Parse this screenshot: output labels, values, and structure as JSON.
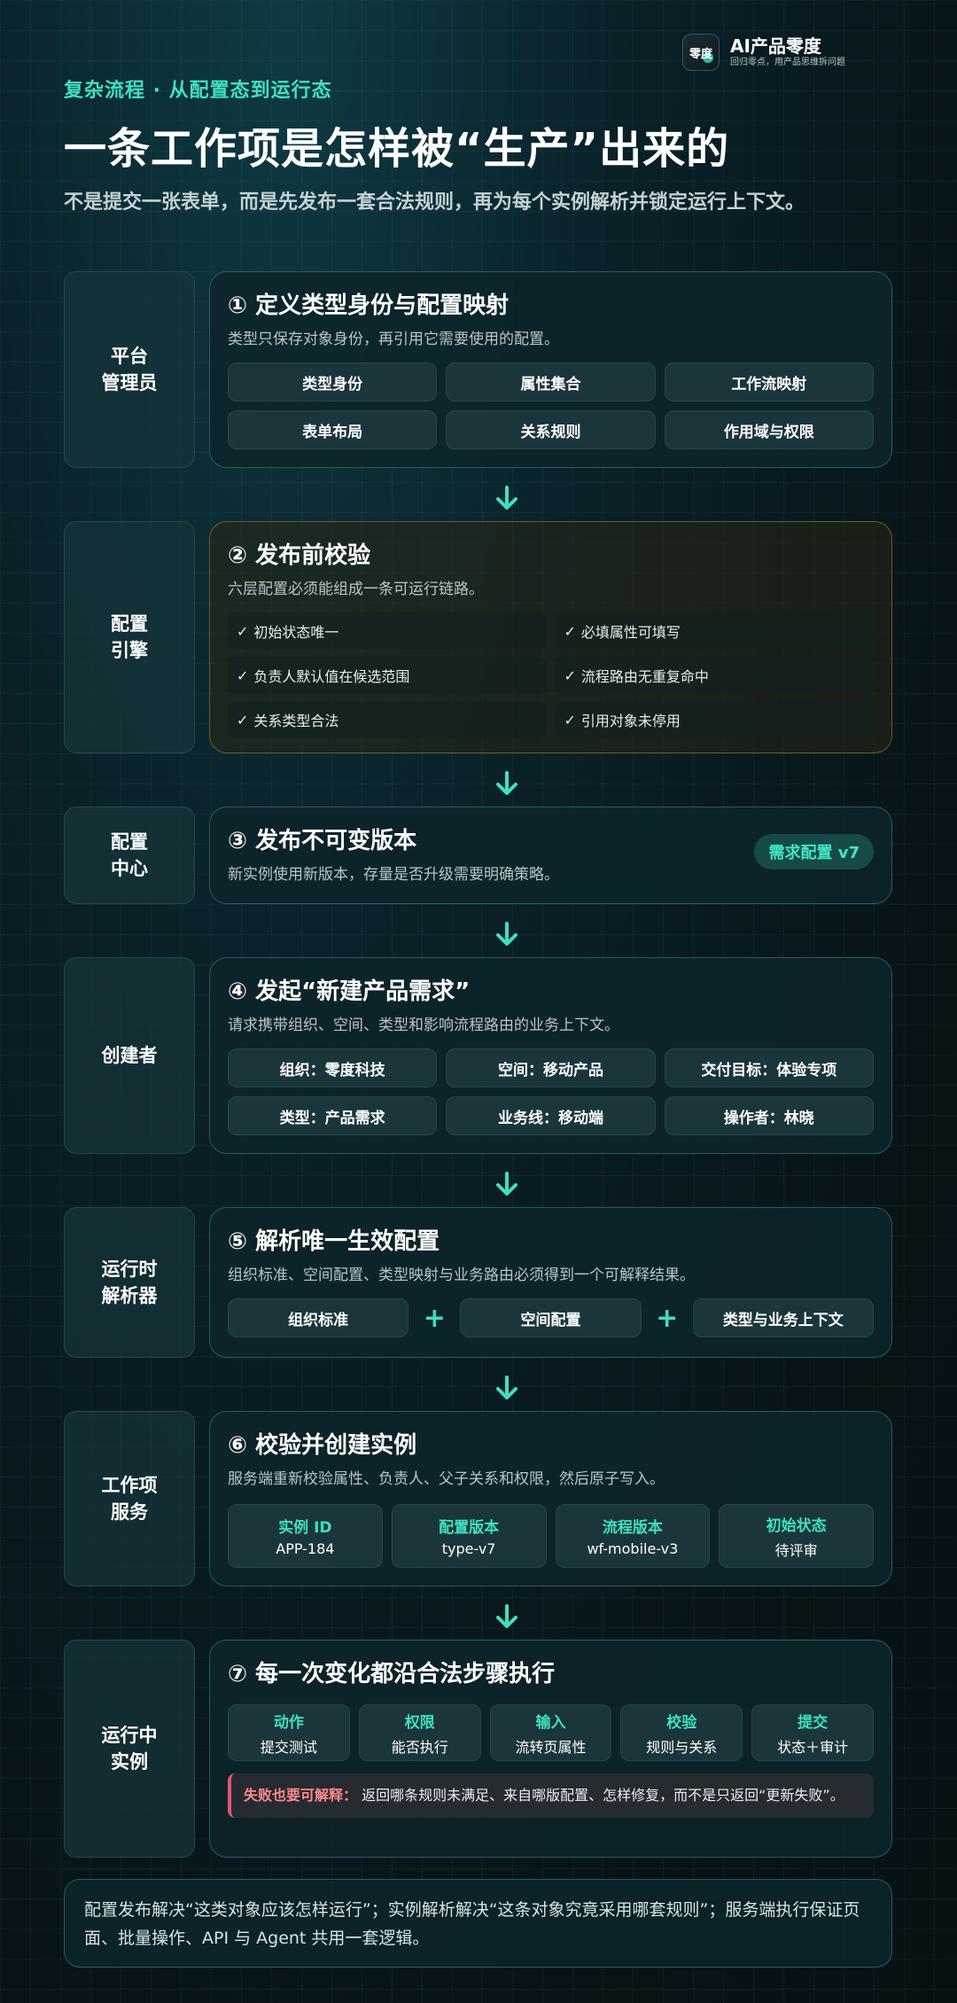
{
  "brand": {
    "logo_text": "零度",
    "name": "AI产品零度",
    "tagline": "回归零点，用产品思维拆问题"
  },
  "header": {
    "kicker": "复杂流程 · 从配置态到运行态",
    "title": "一条工作项是怎样被“生产”出来的",
    "subtitle": "不是提交一张表单，而是先发布一套合法规则，再为每个实例解析并锁定运行上下文。"
  },
  "colors": {
    "accent": "#3fe0c1",
    "warn_border": "#6b5a22",
    "error": "#e0566b"
  },
  "steps": {
    "s1": {
      "role": "平台\n管理员",
      "title": "① 定义类型身份与配置映射",
      "desc": "类型只保存对象身份，再引用它需要使用的配置。",
      "chips": [
        "类型身份",
        "属性集合",
        "工作流映射",
        "表单布局",
        "关系规则",
        "作用域与权限"
      ]
    },
    "s2": {
      "role": "配置\n引擎",
      "title": "② 发布前校验",
      "desc": "六层配置必须能组成一条可运行链路。",
      "checks": [
        "初始状态唯一",
        "必填属性可填写",
        "负责人默认值在候选范围",
        "流程路由无重复命中",
        "关系类型合法",
        "引用对象未停用"
      ]
    },
    "s3": {
      "role": "配置\n中心",
      "title": "③ 发布不可变版本",
      "desc": "新实例使用新版本，存量是否升级需要明确策略。",
      "badge": "需求配置 v7"
    },
    "s4": {
      "role": "创建者",
      "title": "④ 发起“新建产品需求”",
      "desc": "请求携带组织、空间、类型和影响流程路由的业务上下文。",
      "chips": [
        "组织：零度科技",
        "空间：移动产品",
        "交付目标：体验专项",
        "类型：产品需求",
        "业务线：移动端",
        "操作者：林晓"
      ]
    },
    "s5": {
      "role": "运行时\n解析器",
      "title": "⑤ 解析唯一生效配置",
      "desc": "组织标准、空间配置、类型映射与业务路由必须得到一个可解释结果。",
      "parts": [
        "组织标准",
        "空间配置",
        "类型与业务上下文"
      ],
      "plus": "+"
    },
    "s6": {
      "role": "工作项\n服务",
      "title": "⑥ 校验并创建实例",
      "desc": "服务端重新校验属性、负责人、父子关系和权限，然后原子写入。",
      "fields": [
        {
          "k": "实例 ID",
          "v": "APP-184"
        },
        {
          "k": "配置版本",
          "v": "type-v7"
        },
        {
          "k": "流程版本",
          "v": "wf-mobile-v3"
        },
        {
          "k": "初始状态",
          "v": "待评审"
        }
      ]
    },
    "s7": {
      "role": "运行中\n实例",
      "title": "⑦ 每一次变化都沿合法步骤执行",
      "actions": [
        {
          "k": "动作",
          "v": "提交测试"
        },
        {
          "k": "权限",
          "v": "能否执行"
        },
        {
          "k": "输入",
          "v": "流转页属性"
        },
        {
          "k": "校验",
          "v": "规则与关系"
        },
        {
          "k": "提交",
          "v": "状态＋审计"
        }
      ],
      "note_label": "失败也要可解释：",
      "note_text": "返回哪条规则未满足、来自哪版配置、怎样修复，而不是只返回“更新失败”。"
    }
  },
  "footer": {
    "text": "配置发布解决“这类对象应该怎样运行”；实例解析解决“这条对象究竟采用哪套规则”；服务端执行保证页面、批量操作、API 与 Agent 共用一套逻辑。"
  }
}
